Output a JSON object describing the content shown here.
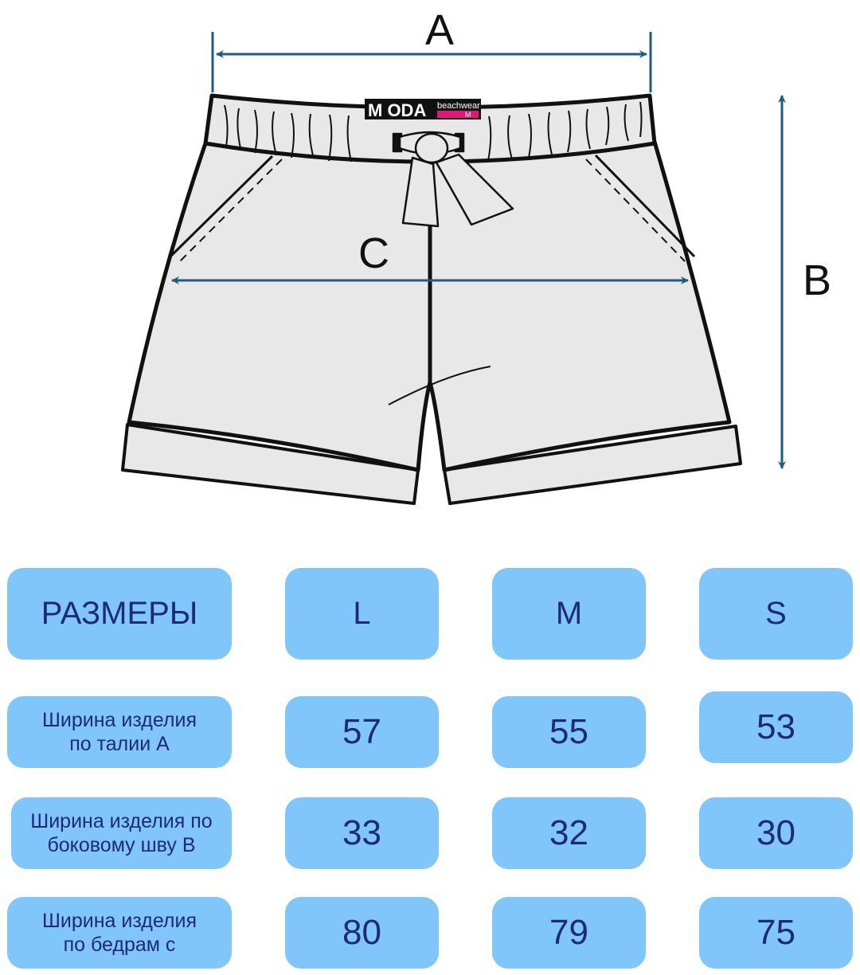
{
  "diagram": {
    "dimension_labels": {
      "a": "A",
      "b": "B",
      "c": "C"
    },
    "tag": {
      "brand": "M ODA",
      "sub": "beachwear",
      "size": "M"
    },
    "colors": {
      "arrow": "#1f5d7e",
      "garment": "#e8e8e8",
      "outline": "#111111"
    }
  },
  "table": {
    "colors": {
      "cell": "#80c6fb",
      "text": "#1d2a78"
    },
    "header": [
      "РАЗМЕРЫ",
      "L",
      "M",
      "S"
    ],
    "rows": [
      {
        "label": "Ширина изделия\nпо талии А",
        "values": [
          "57",
          "55",
          "53"
        ]
      },
      {
        "label": "Ширина изделия по\nбоковому шву В",
        "values": [
          "33",
          "32",
          "30"
        ]
      },
      {
        "label": "Ширина изделия\nпо бедрам с",
        "values": [
          "80",
          "79",
          "75"
        ]
      }
    ]
  }
}
